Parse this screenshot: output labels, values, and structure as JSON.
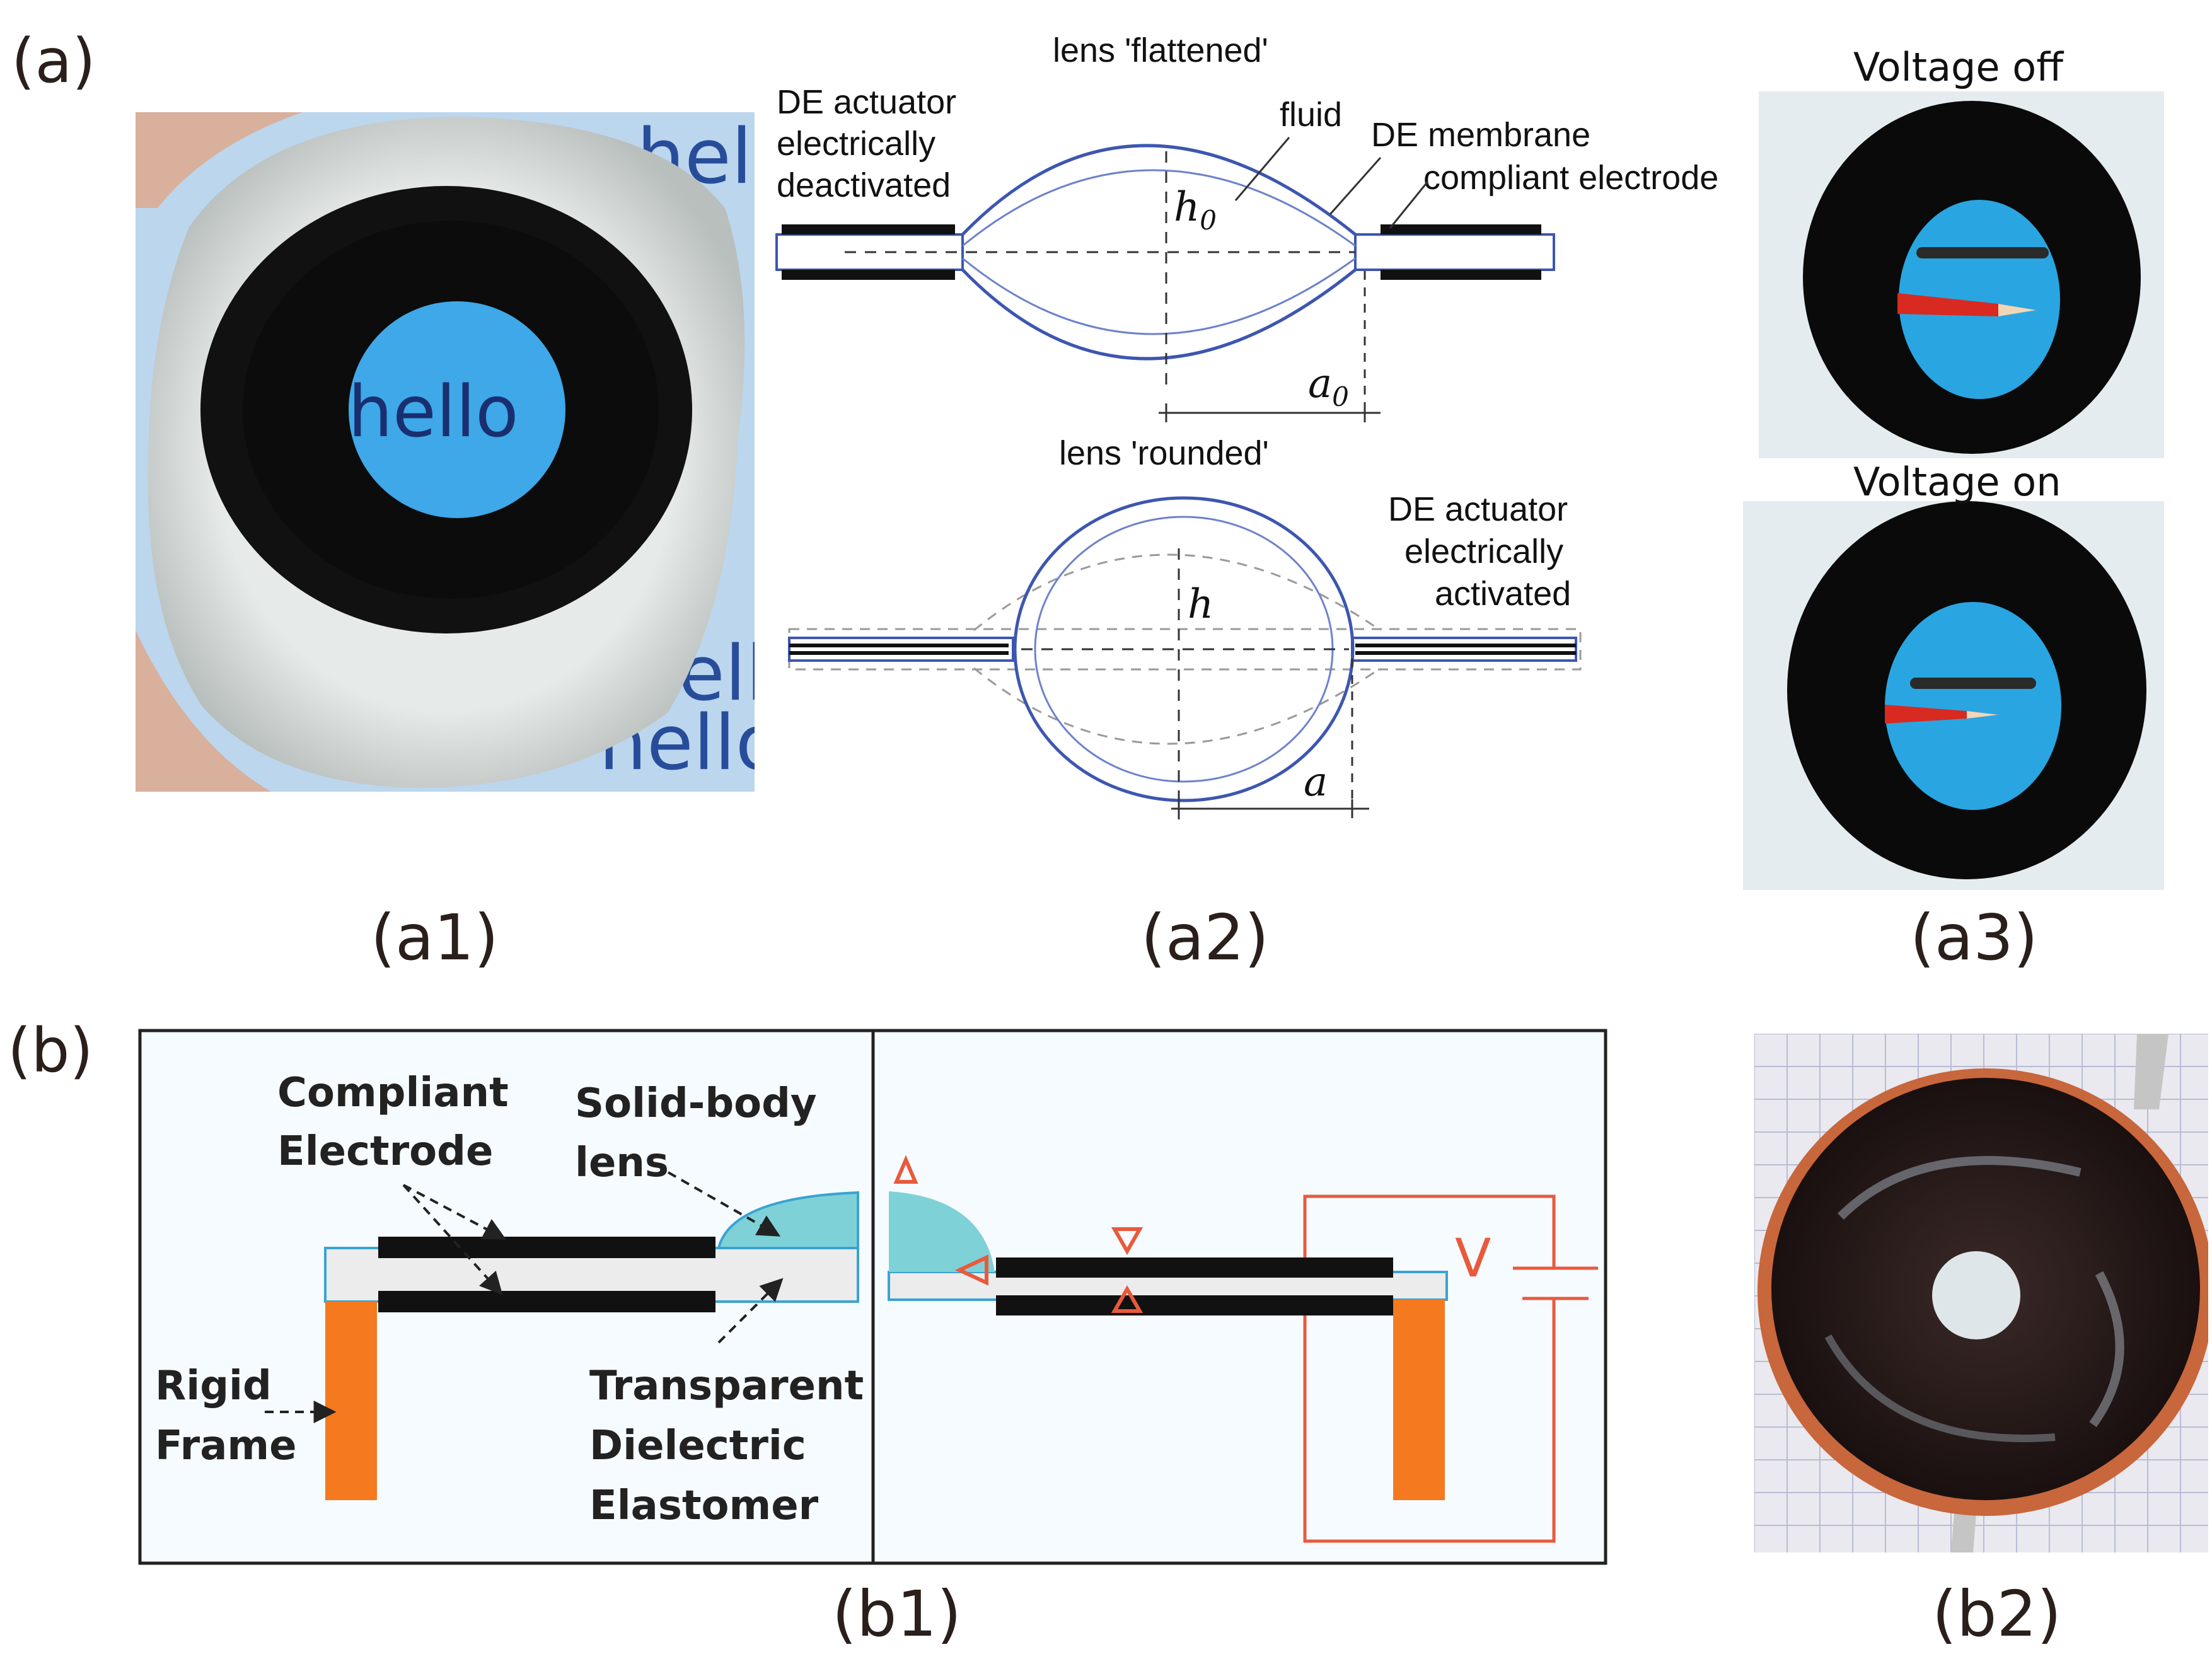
{
  "panel_letters": {
    "a": "(a)",
    "b": "(b)"
  },
  "sub_labels": {
    "a1": "(a1)",
    "a2": "(a2)",
    "a3": "(a3)",
    "b1": "(b1)",
    "b2": "(b2)"
  },
  "a1_photo": {
    "word": "hello",
    "colors": {
      "ring": "#d9dddb",
      "aperture": "#111111",
      "window": "#3ea8e8",
      "paper": "#bcd6ee",
      "finger": "#d8b09c"
    }
  },
  "a2": {
    "top_caption": "lens 'flattened'",
    "deactivated": [
      "DE actuator",
      "electrically",
      "deactivated"
    ],
    "fluid": "fluid",
    "membrane": "DE membrane",
    "electrode": "compliant electrode",
    "h0": "h",
    "h0_sub": "0",
    "a0": "a",
    "a0_sub": "0",
    "bottom_caption": "lens 'rounded'",
    "activated": [
      "DE actuator",
      "electrically",
      "activated"
    ],
    "h": "h",
    "a": "a",
    "colors": {
      "membrane": "#3d56b0",
      "electrode": "#111111",
      "dash": "#333333",
      "ghost": "#9a9a9a"
    }
  },
  "a3": {
    "off": "Voltage off",
    "on": "Voltage on",
    "colors": {
      "surround": "#e4ecf0",
      "dark": "#0a0a0a",
      "window": "#29a6e2",
      "pencil": "#d82a20"
    }
  },
  "b1": {
    "electrode_label": [
      "Compliant",
      "Electrode"
    ],
    "lens_label": [
      "Solid-body",
      "lens"
    ],
    "frame_label": [
      "Rigid",
      "Frame"
    ],
    "elastomer_label": [
      "Transparent",
      "Dielectric",
      "Elastomer"
    ],
    "voltage": "V",
    "colors": {
      "frame": "#f5791f",
      "lens": "#7fd1d8",
      "elastomer": "#ececec",
      "electrode": "#111111",
      "wire": "#e85a3c",
      "border": "#222222",
      "bg": "#f6fbff"
    }
  },
  "b2_photo": {
    "colors": {
      "grid": "#e9e9ef",
      "ring": "#c8663c",
      "body": "#241816",
      "center": "#dfe6ea"
    }
  }
}
